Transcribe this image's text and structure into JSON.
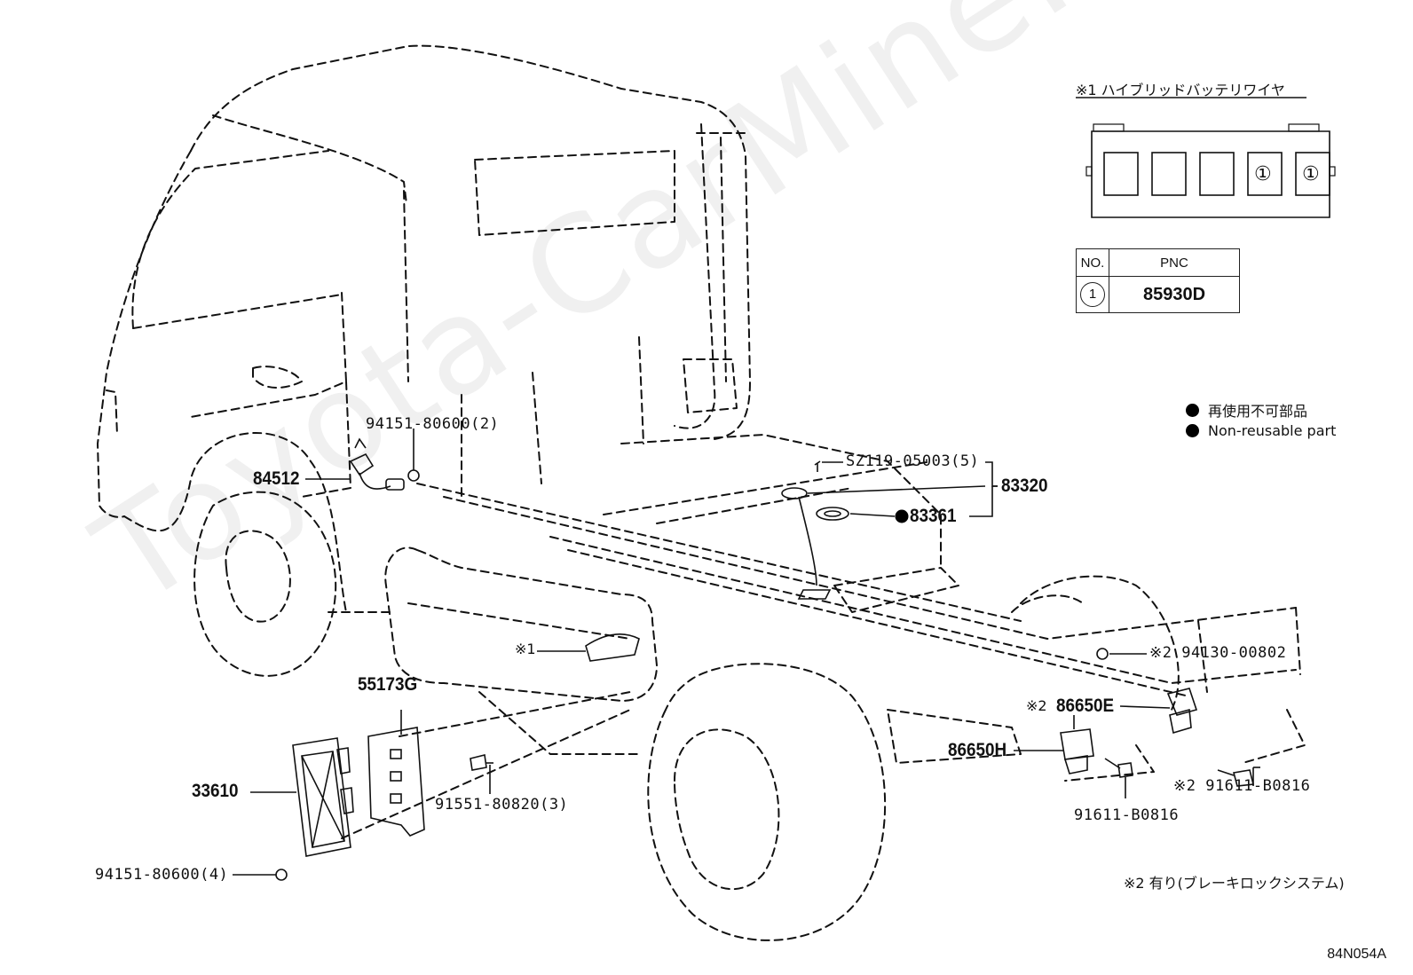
{
  "callout": {
    "wire_title": "※1 ハイブリッドバッテリワイヤ",
    "slot_marks": [
      "①",
      "①"
    ],
    "table_headers": [
      "NO.",
      "PNC"
    ],
    "table_rows": [
      {
        "no": "1",
        "pnc": "85930D"
      }
    ]
  },
  "legend": {
    "line1": "再使用不可部品",
    "line2": "Non-reusable part"
  },
  "labels": {
    "p94151_2": "94151-80600(2)",
    "p84512": "84512",
    "psz119": "SZ119-05003(5)",
    "p83320": "83320",
    "p83361": "83361",
    "pmark1": "※1",
    "p94130": "※2 94130-00802",
    "p86650e_mark": "※2",
    "p86650e": "86650E",
    "p86650h": "86650H",
    "p55173g": "55173G",
    "p33610": "33610",
    "p91551": "91551-80820(3)",
    "p94151_4": "94151-80600(4)",
    "p91611_r": "※2 91611-B0816",
    "p91611_l": "91611-B0816"
  },
  "footnote": "※2 有り(ブレーキロックシステム)",
  "figure_code": "84N054A",
  "watermark": "Toyota-CarMine.ru"
}
